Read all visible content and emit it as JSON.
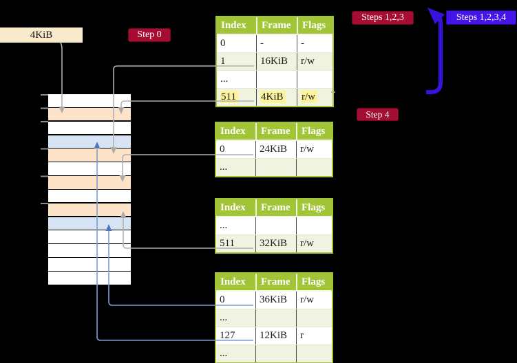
{
  "labels": {
    "page_size": "4KiB",
    "step0": "Step 0",
    "steps_123": "Steps 1,2,3",
    "steps_1234": "Steps 1,2,3,4",
    "step4": "Step 4"
  },
  "table_headers": [
    "Index",
    "Frame",
    "Flags"
  ],
  "tables": [
    {
      "rows": [
        {
          "cells": [
            "0",
            "-",
            "-"
          ]
        },
        {
          "cells": [
            "1",
            "16KiB",
            "r/w"
          ]
        },
        {
          "cells": [
            "...",
            "",
            ""
          ]
        },
        {
          "cells": [
            "511",
            "4KiB",
            "r/w"
          ],
          "highlighted": true
        }
      ]
    },
    {
      "rows": [
        {
          "cells": [
            "0",
            "24KiB",
            "r/w"
          ]
        },
        {
          "cells": [
            "...",
            "",
            ""
          ]
        }
      ]
    },
    {
      "rows": [
        {
          "cells": [
            "...",
            "",
            ""
          ]
        },
        {
          "cells": [
            "511",
            "32KiB",
            "r/w"
          ]
        }
      ]
    },
    {
      "rows": [
        {
          "cells": [
            "0",
            "36KiB",
            "r/w"
          ]
        },
        {
          "cells": [
            "...",
            "",
            ""
          ]
        },
        {
          "cells": [
            "127",
            "12KiB",
            "r"
          ]
        },
        {
          "cells": [
            "...",
            "",
            ""
          ]
        }
      ]
    }
  ],
  "memory_stack": {
    "frame_kinds": [
      "free",
      "page-table",
      "free",
      "mapped",
      "page-table",
      "free",
      "page-table",
      "free",
      "page-table",
      "mapped",
      "free",
      "free",
      "free",
      "free"
    ]
  },
  "colors": {
    "background": "#000000",
    "page_size_tag_bg": "#FAEACC",
    "crimson_badge": "#A50D33",
    "blue_violet_badge": "#4415E6",
    "big_arrow_blue": "#3912DE",
    "table_header_green": "#A2C537",
    "table_row_alt_green": "#EFF3DF",
    "highlight_yellow": "#FDF39B",
    "page_table_frame_peach": "#FDE4C9",
    "mapped_frame_blue": "#D7E4F3",
    "connector_gray": "#B0B0B0",
    "connector_blue": "#7E9BD1"
  }
}
